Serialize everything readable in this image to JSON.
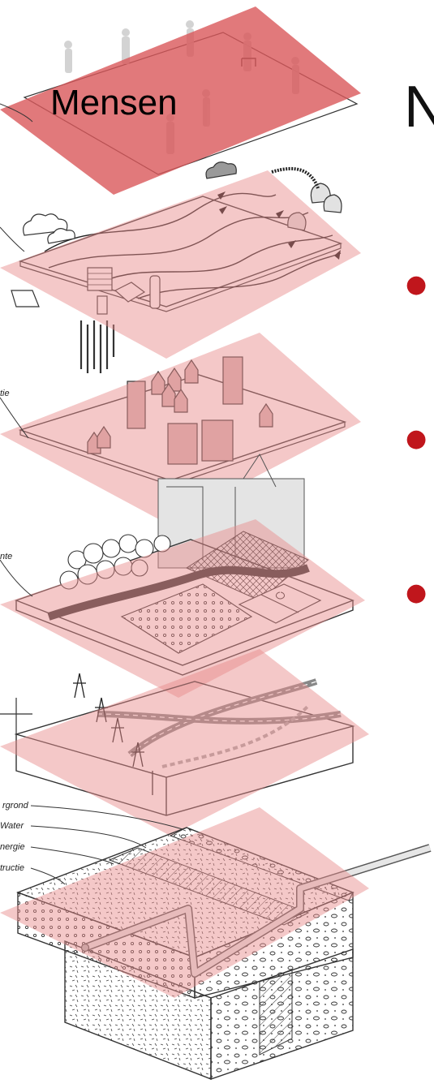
{
  "diagram": {
    "top_layer_label": "Mensen",
    "title_partial": "N",
    "clipped_labels": [
      "tie",
      "nte"
    ],
    "legend_labels": [
      "rgrond",
      "Water",
      "nergie",
      "tructie"
    ],
    "layers": [
      "people",
      "flows",
      "buildings",
      "land-use",
      "networks",
      "subsurface"
    ],
    "highlight_color": "#e88c8c",
    "top_layer_color": "#d9585a",
    "bullet_color": "#c0161c"
  }
}
